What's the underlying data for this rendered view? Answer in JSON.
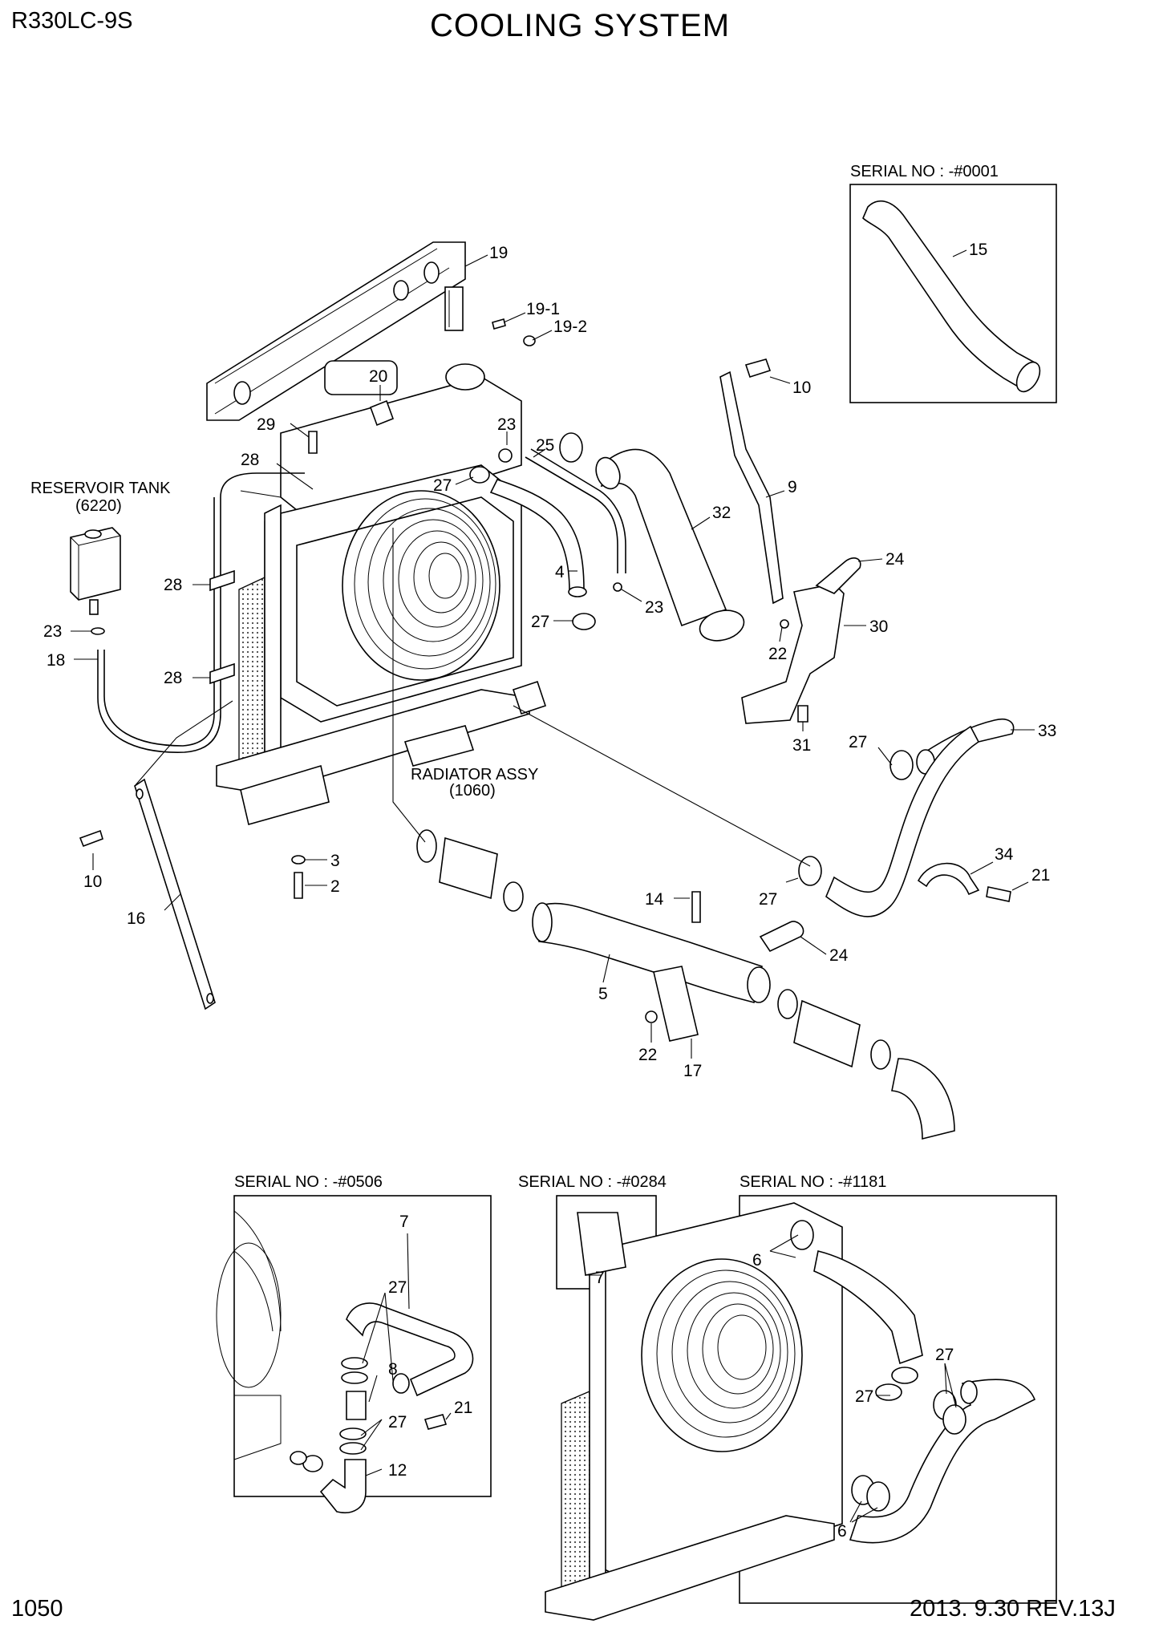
{
  "header": {
    "model_code": "R330LC-9S",
    "title": "COOLING SYSTEM"
  },
  "footer": {
    "page_number": "1050",
    "revision": "2013. 9.30  REV.13J"
  },
  "assembly_labels": {
    "reservoir_tank": "RESERVOIR TANK",
    "reservoir_tank_ref": "(6220)",
    "radiator_assy": "RADIATOR ASSY",
    "radiator_assy_ref": "(1060)"
  },
  "serial_boxes": [
    {
      "label": "SERIAL NO : -#0001"
    },
    {
      "label": "SERIAL NO : -#0506"
    },
    {
      "label": "SERIAL NO : -#0284"
    },
    {
      "label": "SERIAL NO : -#1181"
    }
  ],
  "callouts": {
    "c19": "19",
    "c19_1": "19-1",
    "c19_2": "19-2",
    "c20": "20",
    "c29": "29",
    "c28_top": "28",
    "c23_top": "23",
    "c25": "25",
    "c27_fan": "27",
    "c10_top": "10",
    "c9": "9",
    "c32": "32",
    "c24_top": "24",
    "c4": "4",
    "c23_mid": "23",
    "c27_mid": "27",
    "c30": "30",
    "c22_mid": "22",
    "c31": "31",
    "c27_right": "27",
    "c33": "33",
    "c28_left": "28",
    "c23_left": "23",
    "c18": "18",
    "c28_low": "28",
    "c10_left": "10",
    "c16": "16",
    "c3": "3",
    "c2": "2",
    "c14": "14",
    "c24_low": "24",
    "c5": "5",
    "c22_low": "22",
    "c17": "17",
    "c27_low": "27",
    "c34": "34",
    "c21_right": "21",
    "c15": "15",
    "c7_box2": "7",
    "c27_box2a": "27",
    "c8": "8",
    "c21_box2": "21",
    "c27_box2b": "27",
    "c12": "12",
    "c7_box3": "7",
    "c6_top": "6",
    "c27_box4a": "27",
    "c27_box4b": "27",
    "c6_low": "6"
  }
}
